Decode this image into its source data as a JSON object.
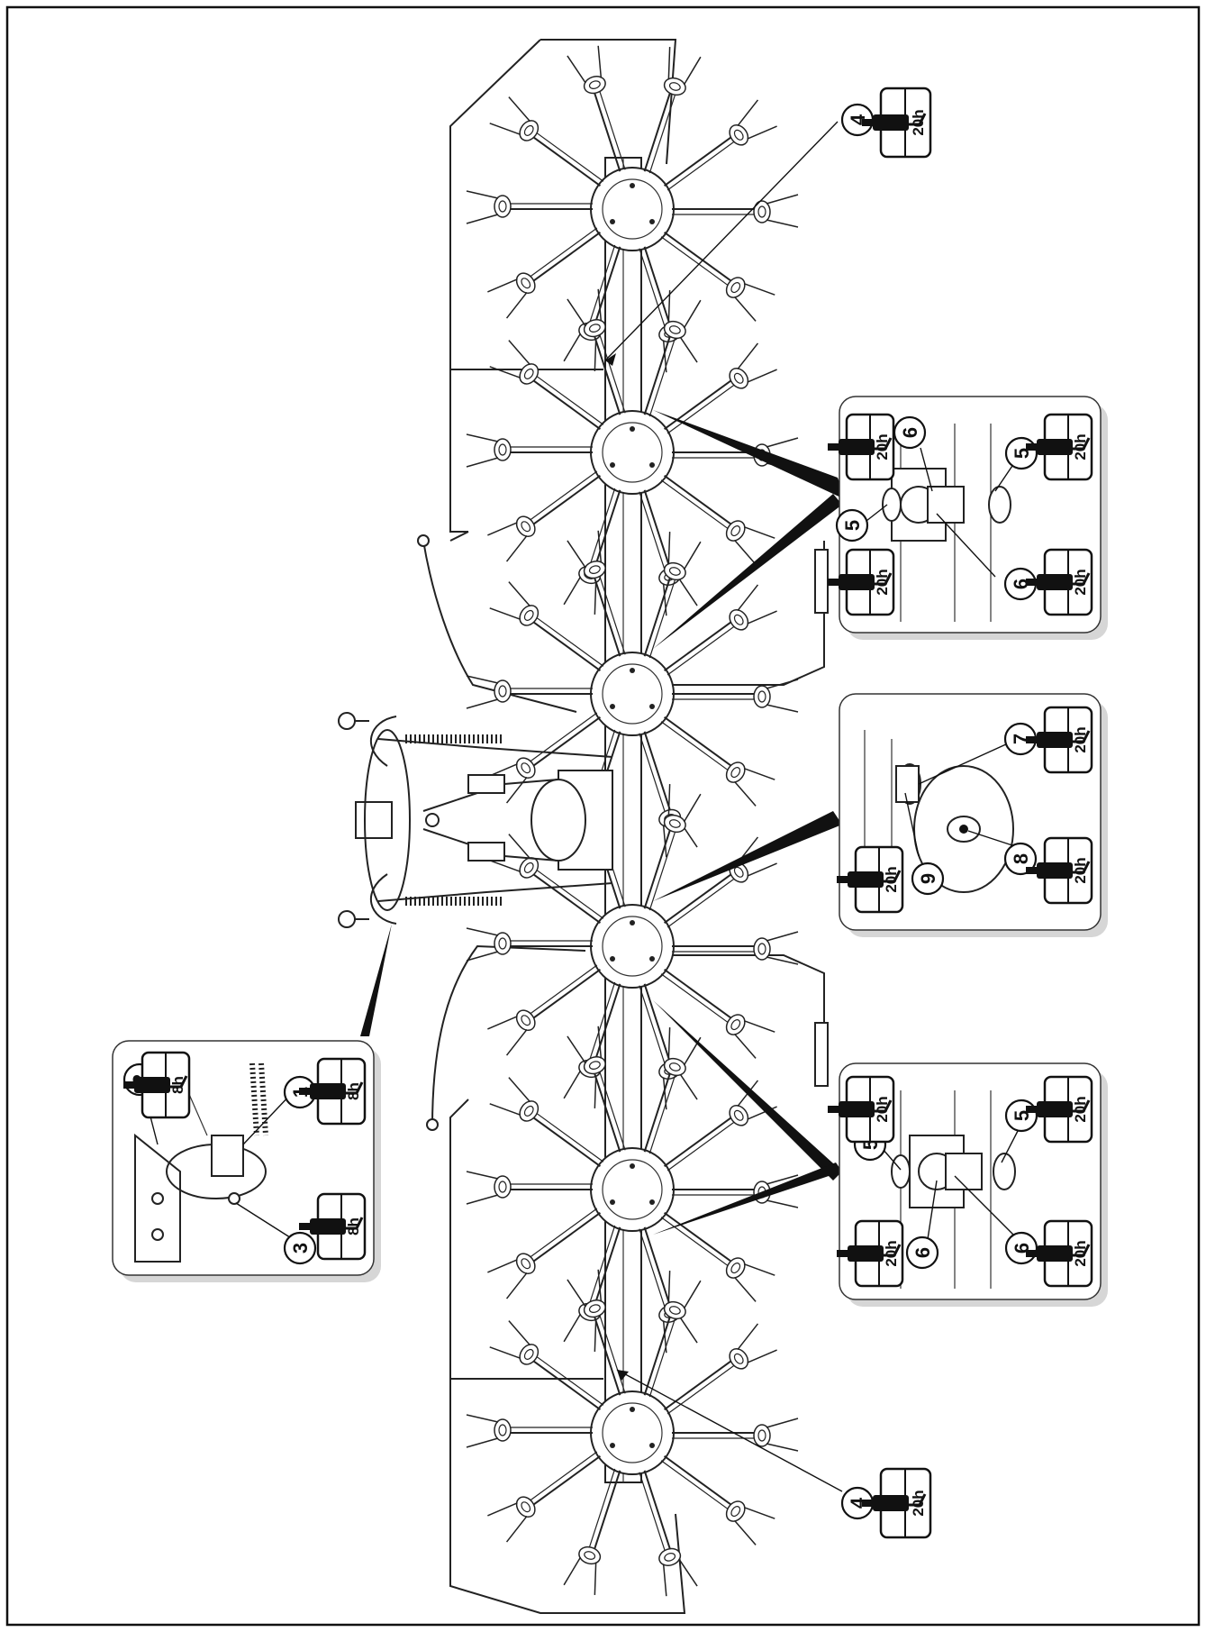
{
  "callouts": {
    "c1": "1",
    "c2": "2",
    "c3": "3",
    "c4a": "4",
    "c4b": "4",
    "c5a": "5",
    "c5b": "5",
    "c5c": "5",
    "c5d": "5",
    "c6a": "6",
    "c6b": "6",
    "c6c": "6",
    "c6d": "6",
    "c7": "7",
    "c8": "8",
    "c9": "9"
  },
  "intervals": {
    "h8": "8h",
    "h20": "20h"
  },
  "icons": {
    "grease_gun": "grease-gun-icon"
  }
}
